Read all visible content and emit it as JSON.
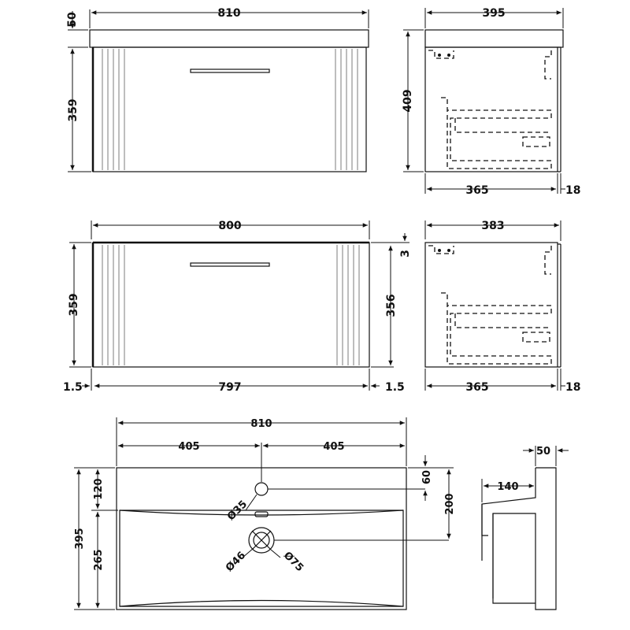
{
  "front_top": {
    "width_dim": "810",
    "top_height_dim": "50",
    "body_height_dim": "359"
  },
  "side_top": {
    "depth_dim": "395",
    "height_dim": "409",
    "body_depth_dim": "365",
    "door_dim": "18"
  },
  "front_bottom": {
    "width_dim": "800",
    "height_left_dim": "359",
    "height_right_dim": "356",
    "gap_dim": "3",
    "left_gap_dim": "1.5",
    "inner_width_dim": "797",
    "right_gap_dim": "1.5"
  },
  "side_bottom": {
    "depth_dim": "383",
    "body_depth_dim": "365",
    "door_dim": "18"
  },
  "basin_plan": {
    "width_dim": "810",
    "half_left_dim": "405",
    "half_right_dim": "405",
    "tap_offset_dim": "60",
    "waste_offset_dim": "200",
    "top_dim": "120",
    "bowl_dim": "265",
    "depth_dim": "395",
    "tap_hole_dim": "Ø35",
    "waste_inner_dim": "Ø46",
    "waste_outer_dim": "Ø75"
  },
  "basin_side": {
    "thickness_dim": "50",
    "bowl_depth_dim": "140"
  }
}
